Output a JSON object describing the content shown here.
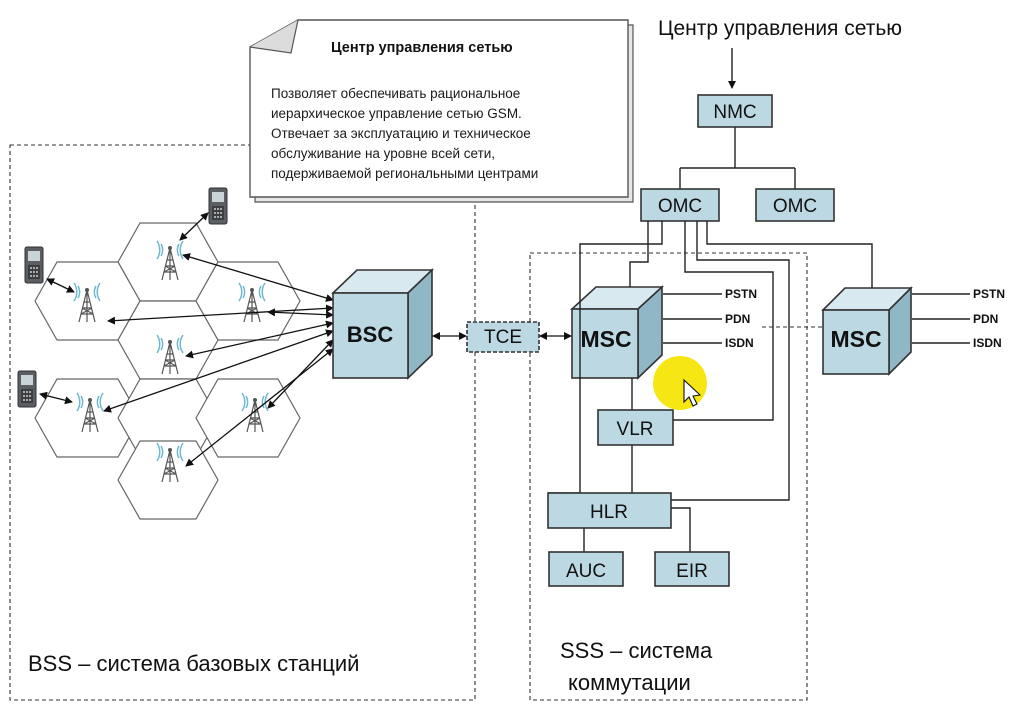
{
  "header_title": "Центр управления сетью",
  "note": {
    "title": "Центр управления сетью",
    "lines": [
      "Позволяет обеспечивать рациональное",
      "иерархическое управление сетью GSM.",
      "Отвечает за эксплуатацию и техническое",
      "обслуживание на уровне всей сети,",
      "подерживаемой региональными центрами"
    ]
  },
  "nodes": {
    "nmc": "NMC",
    "omc1": "OMC",
    "omc2": "OMC",
    "bsc": "BSC",
    "tce": "TCE",
    "msc1": "MSC",
    "msc2": "MSC",
    "vlr": "VLR",
    "hlr": "HLR",
    "auc": "AUC",
    "eir": "EIR"
  },
  "ports_msc1": [
    "PSTN",
    "PDN",
    "ISDN"
  ],
  "ports_msc2": [
    "PSTN",
    "PDN",
    "ISDN"
  ],
  "bss_label": "BSS – система базовых станций",
  "sss_label": [
    "SSS – система",
    "коммутации"
  ],
  "colors": {
    "box_fill": "#bcd9e3",
    "cursor_highlight": "#f5e400"
  },
  "icons": [
    "mobile-phone-icon",
    "antenna-tower-icon",
    "mouse-cursor-icon"
  ]
}
